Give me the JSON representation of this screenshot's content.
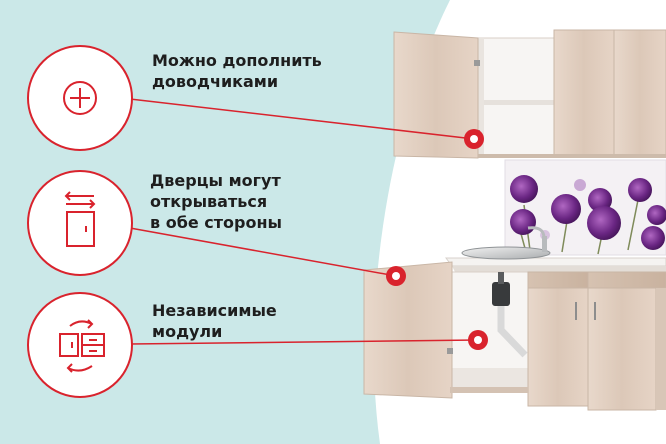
{
  "features": [
    {
      "lines": [
        "Можно дополнить",
        "доводчиками"
      ],
      "icon": "plus-icon"
    },
    {
      "lines": [
        "Дверцы могут",
        "открываться",
        "в обе стороны"
      ],
      "icon": "swing-door-icon"
    },
    {
      "lines": [
        "Независимые",
        "модули"
      ],
      "icon": "modules-icon"
    }
  ],
  "colors": {
    "accent": "#d9232d",
    "background": "#cbe8e8",
    "text": "#1e1e1e",
    "cabinet": "#e4d2c4"
  }
}
